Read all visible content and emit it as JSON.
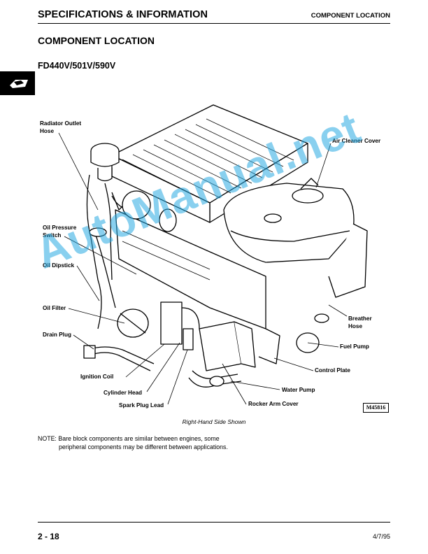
{
  "header": {
    "left_title": "SPECIFICATIONS & INFORMATION",
    "right_title": "COMPONENT LOCATION"
  },
  "section_title": "COMPONENT LOCATION",
  "model_title": "FD440V/501V/590V",
  "figure": {
    "labels": {
      "radiator_outlet_hose_1": "Radiator Outlet",
      "radiator_outlet_hose_2": "Hose",
      "air_cleaner_cover": "Air Cleaner Cover",
      "oil_pressure_switch_1": "Oil Pressure",
      "oil_pressure_switch_2": "Switch",
      "oil_dipstick": "Oil Dipstick",
      "oil_filter": "Oil Filter",
      "drain_plug": "Drain Plug",
      "breather_hose_1": "Breather",
      "breather_hose_2": "Hose",
      "fuel_pump": "Fuel Pump",
      "control_plate": "Control Plate",
      "ignition_coil": "Ignition Coil",
      "water_pump": "Water Pump",
      "cylinder_head": "Cylinder Head",
      "rocker_arm_cover": "Rocker Arm Cover",
      "spark_plug_lead": "Spark Plug Lead"
    },
    "figure_id": "M45816",
    "caption": "Right-Hand Side Shown"
  },
  "note": {
    "line1": "NOTE:  Bare block components are similar between engines, some",
    "line2": "peripheral components may be different between applications."
  },
  "footer": {
    "page_number": "2 - 18",
    "date": "4/7/95"
  },
  "watermark": "AutoManual.net"
}
